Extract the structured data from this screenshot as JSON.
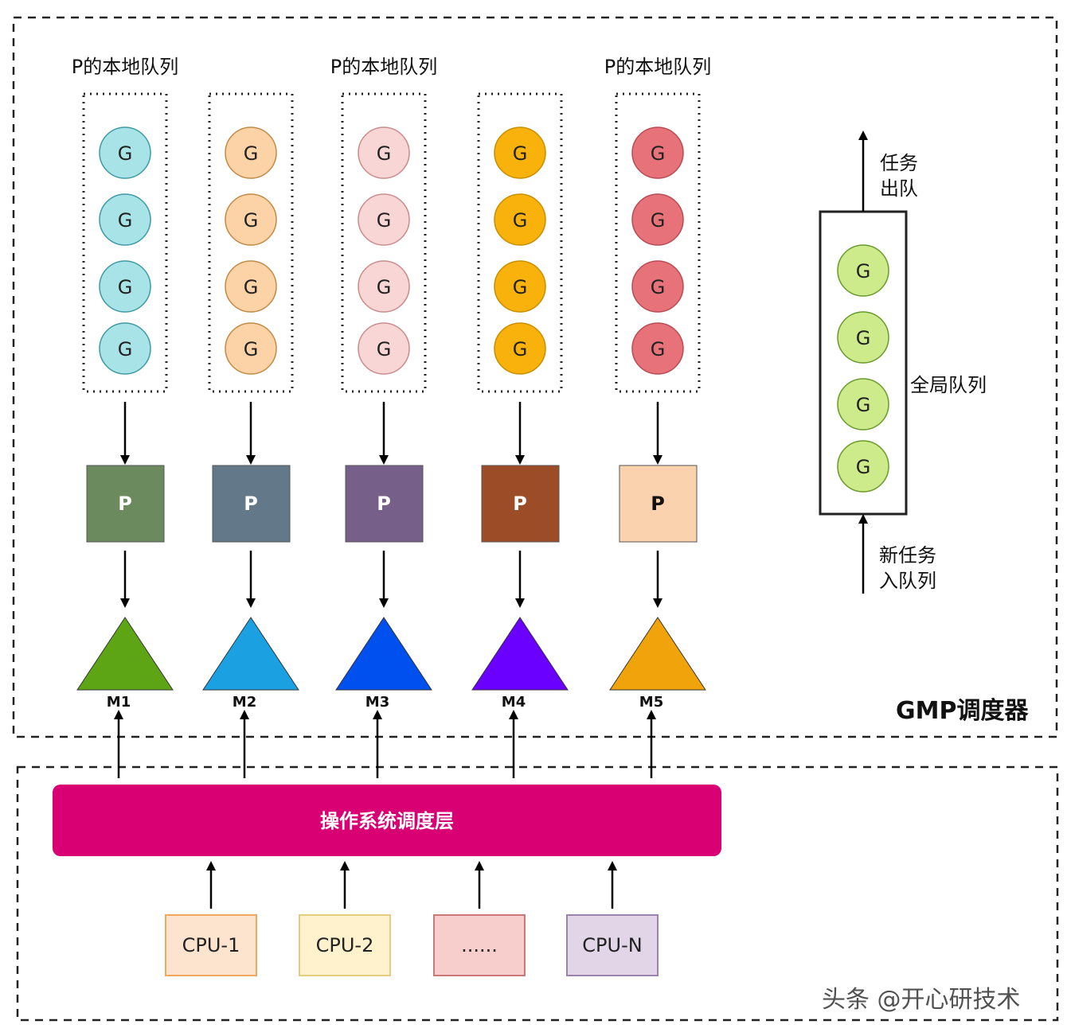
{
  "columns": [
    {
      "queue_label": "P的本地队列",
      "g_color": "#a8e3e8",
      "g_stroke": "#3f9aa3",
      "p_label": "P",
      "p_color": "#6b8a5e",
      "p_text_color": "#ffffff",
      "m_label": "M1",
      "m_color": "#5ea515"
    },
    {
      "queue_label": "",
      "g_color": "#fbd3a6",
      "g_stroke": "#c48a45",
      "p_label": "P",
      "p_color": "#637888",
      "p_text_color": "#ffffff",
      "m_label": "M2",
      "m_color": "#1ba1e2"
    },
    {
      "queue_label": "P的本地队列",
      "g_color": "#f9d6d6",
      "g_stroke": "#c98d8d",
      "p_label": "P",
      "p_color": "#76608a",
      "p_text_color": "#ffffff",
      "m_label": "M3",
      "m_color": "#0050ef"
    },
    {
      "queue_label": "",
      "g_color": "#f8b20b",
      "g_stroke": "#c98e00",
      "p_label": "P",
      "p_color": "#9c4d28",
      "p_text_color": "#ffffff",
      "m_label": "M4",
      "m_color": "#6a00ff"
    },
    {
      "queue_label": "P的本地队列",
      "g_color": "#e8727a",
      "g_stroke": "#b84c53",
      "p_label": "P",
      "p_color": "#fad3ae",
      "p_text_color": "#111111",
      "m_label": "M5",
      "m_color": "#f0a30a"
    }
  ],
  "g_label": "G",
  "global_queue": {
    "label": "全局队列",
    "out_label_line1": "任务",
    "out_label_line2": "出队",
    "in_label_line1": "新任务",
    "in_label_line2": "入队列",
    "g_color": "#cdeb8b",
    "g_stroke": "#6a9a2a"
  },
  "gmp_label": "GMP调度器",
  "os_layer": {
    "label": "操作系统调度层",
    "color": "#d80073"
  },
  "cpus": [
    {
      "label": "CPU-1",
      "fill": "#fde4cf",
      "stroke": "#f0a860"
    },
    {
      "label": "CPU-2",
      "fill": "#fff2cc",
      "stroke": "#e6cc80"
    },
    {
      "label": "......",
      "fill": "#f8cecc",
      "stroke": "#c77a77"
    },
    {
      "label": "CPU-N",
      "fill": "#e1d5e7",
      "stroke": "#9a84ad"
    }
  ],
  "watermark": "头条 @开心研技术"
}
